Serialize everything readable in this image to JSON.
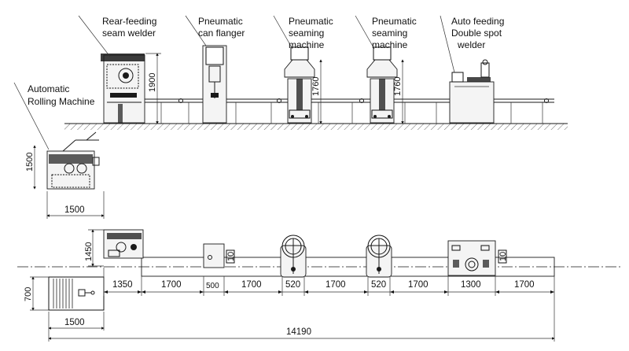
{
  "labels": {
    "rear_feeding_welder": [
      "Rear-feeding",
      "seam welder"
    ],
    "can_flanger": [
      "Pneumatic",
      "can flanger"
    ],
    "seaming_1": [
      "Pneumatic",
      "seaming",
      "machine"
    ],
    "seaming_2": [
      "Pneumatic",
      "seaming",
      "machine"
    ],
    "auto_spot_welder": [
      "Auto feeding",
      "Double spot",
      "welder"
    ],
    "rolling_machine": [
      "Automatic",
      "Rolling Machine"
    ]
  },
  "elevation_dims": {
    "welder_height": "1900",
    "seamer_height_1": "1760",
    "seamer_height_2": "1760"
  },
  "rolling_dims": {
    "height": "1500",
    "width": "1500"
  },
  "plan_dims": {
    "welder_depth": "1450",
    "flanger_side": "10",
    "spot_welder_side": "10",
    "feed_table_depth": "700",
    "feed_table_width": "1500",
    "segments": [
      "1350",
      "1700",
      "500",
      "1700",
      "520",
      "1700",
      "520",
      "1700",
      "1300",
      "1700"
    ],
    "total_length": "14190"
  }
}
